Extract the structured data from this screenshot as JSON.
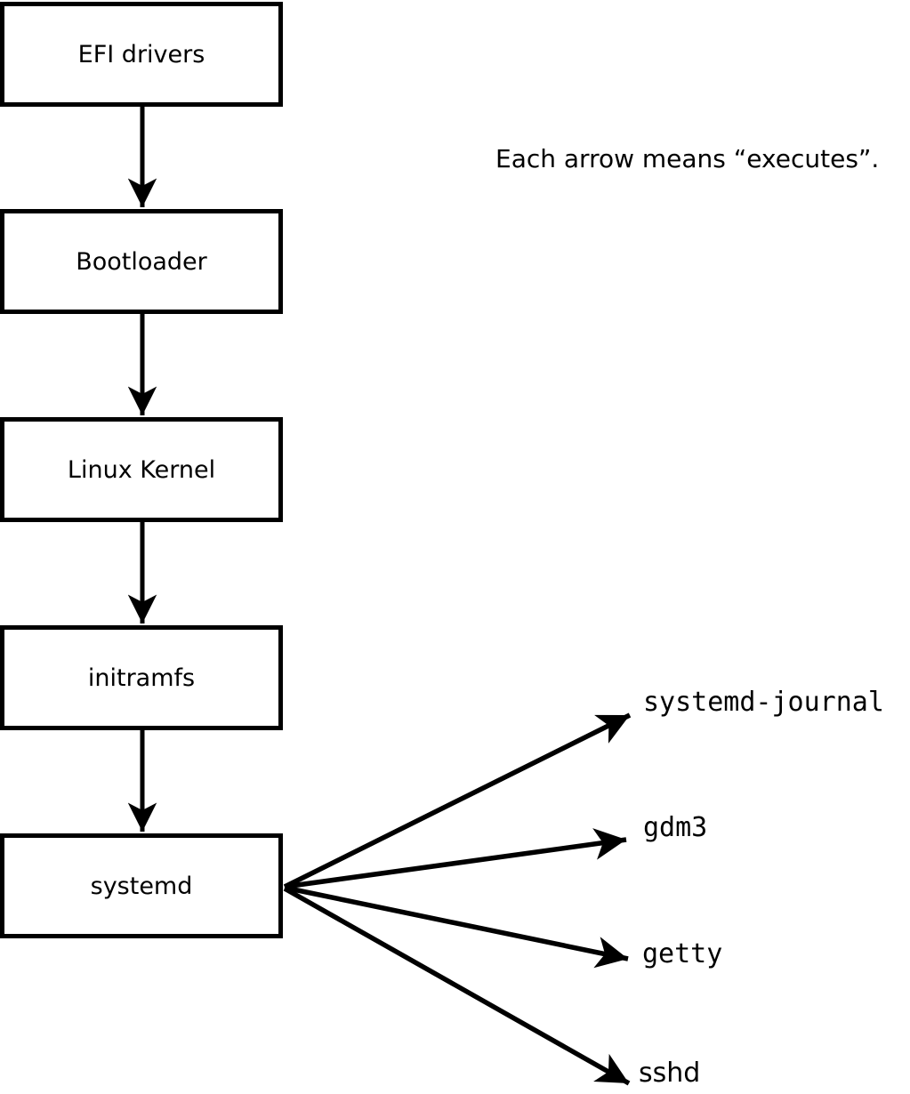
{
  "diagram": {
    "note": "Each arrow means “executes”.",
    "flow_boxes": [
      {
        "label": "EFI drivers"
      },
      {
        "label": "Bootloader"
      },
      {
        "label": "Linux Kernel"
      },
      {
        "label": "initramfs"
      },
      {
        "label": "systemd"
      }
    ],
    "spawned_processes": [
      {
        "label": "systemd-journal"
      },
      {
        "label": "gdm3"
      },
      {
        "label": "getty"
      },
      {
        "label": "sshd"
      }
    ],
    "colors": {
      "stroke": "#000000",
      "background": "#ffffff",
      "text": "#000000"
    }
  }
}
